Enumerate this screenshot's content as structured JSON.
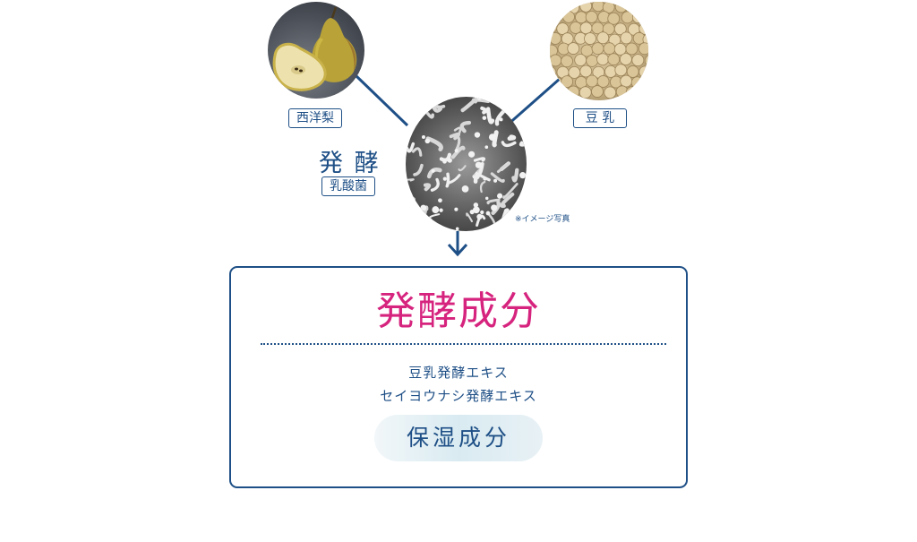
{
  "tags": {
    "pear": "西洋梨",
    "soy": "豆 乳",
    "bacteria": "乳酸菌"
  },
  "fermentation_label": "発 酵",
  "image_note": "※イメージ写真",
  "result": {
    "title": "発酵成分",
    "ingredients": [
      "豆乳発酵エキス",
      "セイヨウナシ発酵エキス"
    ],
    "badge": "保湿成分"
  },
  "colors": {
    "navy": "#1e4f86",
    "magenta": "#d6247e",
    "pill_bg": "#d9ebf1"
  },
  "icons": [
    "pear-photo",
    "soybean-photo",
    "microscope-bacteria-photo",
    "arrow-down-icon"
  ]
}
